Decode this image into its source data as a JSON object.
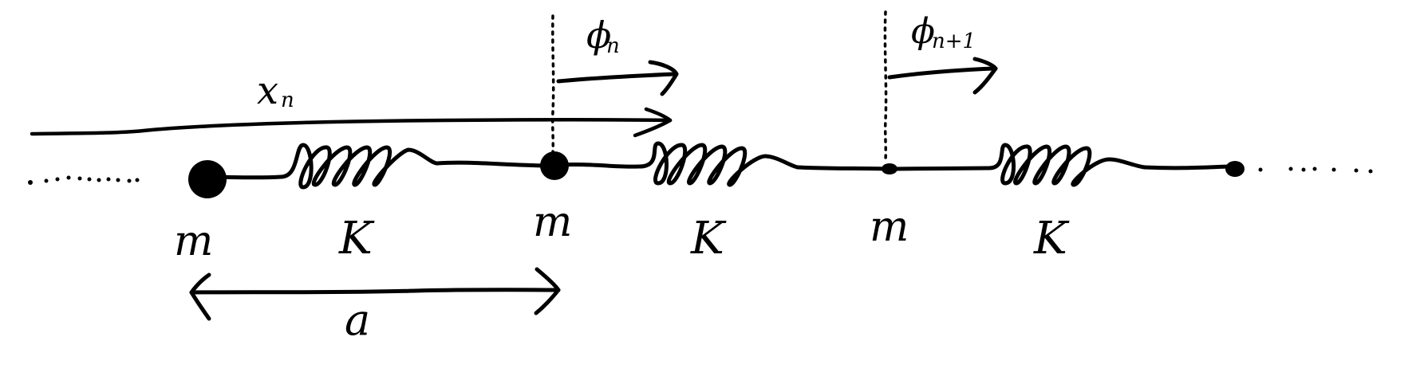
{
  "labels": {
    "x_n": "x",
    "x_n_sub": "n",
    "phi_n": "ϕ",
    "phi_n_sub": "n",
    "phi_n1": "ϕ",
    "phi_n1_sub": "n+1",
    "spacing": "a"
  },
  "masses": [
    {
      "label": "m"
    },
    {
      "label": "m"
    },
    {
      "label": "m"
    }
  ],
  "springs": [
    {
      "label": "K"
    },
    {
      "label": "K"
    },
    {
      "label": "K"
    }
  ],
  "colors": {
    "ink": "#000000",
    "background": "#ffffff"
  }
}
